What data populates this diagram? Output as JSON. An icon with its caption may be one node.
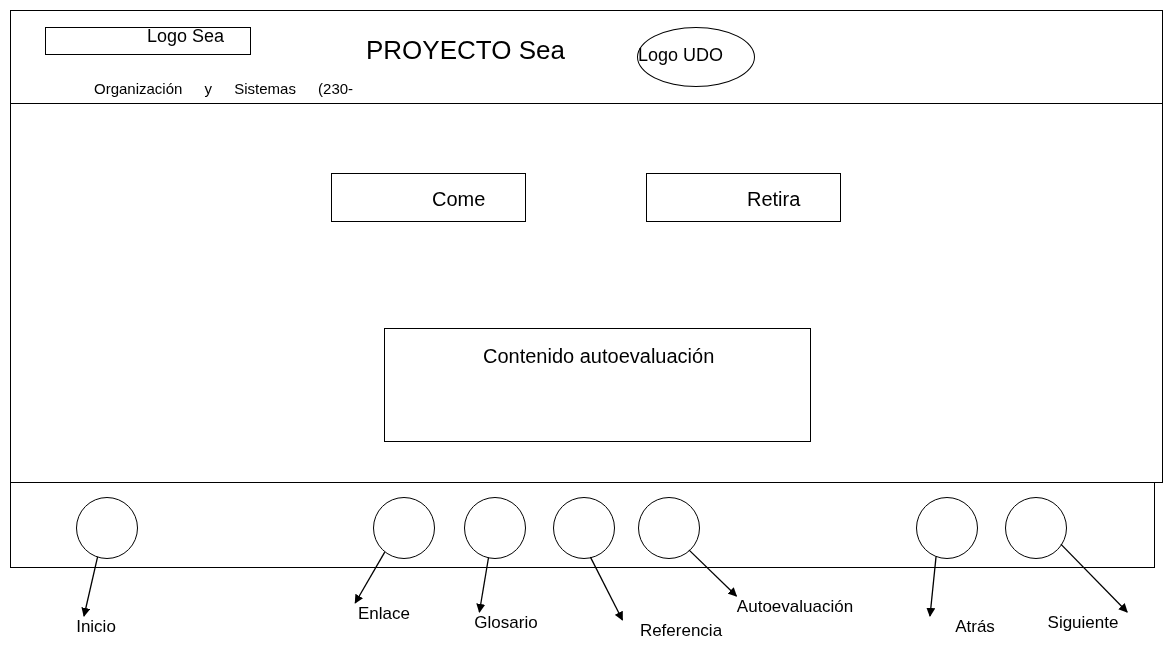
{
  "diagram": {
    "nodes": [
      {
        "text": [
          "PROYECTO Sea",
          "Organización y Sistemas (230-"
        ]
      },
      {
        "text": [
          "Logo Sea"
        ],
        "in": 0
      },
      {
        "text": [
          "Logo UDO"
        ],
        "in": 0
      },
      {
        "text": [],
        "shape": "box"
      },
      {
        "text": [
          "Come"
        ],
        "in": 3
      },
      {
        "text": [
          "Retira"
        ],
        "in": 3
      },
      {
        "text": [
          "Contenido autoevaluación"
        ],
        "in": 3
      },
      {
        "text": [],
        "shape": "box"
      },
      {
        "text": [],
        "shape": "circle",
        "in": 7
      },
      {
        "text": [],
        "shape": "circle",
        "in": 7
      },
      {
        "text": [],
        "shape": "circle",
        "in": 7
      },
      {
        "text": [],
        "shape": "circle",
        "in": 7
      },
      {
        "text": [],
        "shape": "circle",
        "in": 7
      },
      {
        "text": [],
        "shape": "circle",
        "in": 7
      },
      {
        "text": [],
        "shape": "circle",
        "in": 7
      },
      {
        "text": [
          "Inicio"
        ]
      },
      {
        "text": [
          "Enlace"
        ]
      },
      {
        "text": [
          "Glosario"
        ]
      },
      {
        "text": [
          "Referencia"
        ]
      },
      {
        "text": [
          "Autoevaluación"
        ]
      },
      {
        "text": [
          "Atrás"
        ]
      },
      {
        "text": [
          "Siguiente"
        ]
      }
    ],
    "edges": [
      {
        "from": 8,
        "to": 15,
        "arrow": "to"
      },
      {
        "from": 9,
        "to": 16,
        "arrow": "to"
      },
      {
        "from": 10,
        "to": 17,
        "arrow": "to"
      },
      {
        "from": 11,
        "to": 18,
        "arrow": "to"
      },
      {
        "from": 12,
        "to": 19,
        "arrow": "to"
      },
      {
        "from": 13,
        "to": 20,
        "arrow": "to"
      },
      {
        "from": 14,
        "to": 21,
        "arrow": "to"
      }
    ]
  }
}
